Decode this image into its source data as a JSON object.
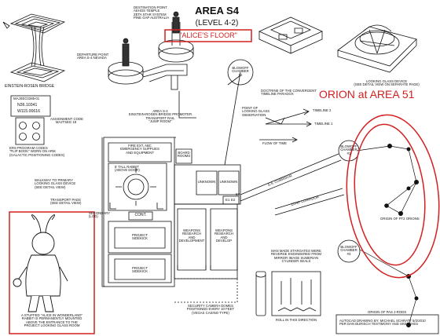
{
  "header": {
    "title": "AREA S4",
    "level": "(LEVEL 4-2)",
    "floor": "\"ALICE'S FLOOR\""
  },
  "top_labels": {
    "destination": "DESTINATION POINT\nAEHOS TEMPLE\nZETA STAR SYSTEM\nPINE GAP AUSTRALIA",
    "departure": "DEPARTURE POINT\nAREA S-4 NEVADA",
    "einstein": "EINSTEIN-ROSEN BRIDGE",
    "s4_promoter": "AREA S-4\nEINSTEIN-ROSEN BRIDGE PROMOTER\nTRANSPORT RAIL\n\"JUMP ROOM\"",
    "looking_glass": "LOOKING GLASS DEVICE\n(SEE DETAIL VIEW ON SEPARATE PAGE)"
  },
  "code_box": {
    "lines": [
      "MAJSEC0285-01",
      "N36.10341",
      "W115.00616"
    ],
    "caption": "ASSIGNMENT CODE\nMAJTSEG 18",
    "program": "ERS PROGRAM CODES\n\"FLIP BOOK\" WORN ON ARM\n(GALACTIC POSITIONING CODES)"
  },
  "timeline": {
    "chamber2": "BLOWOFF\nCHAMBER\n#2",
    "doctrine": "DOCTRINE OF THE CONVERGENT\nTIMELINE PARADOX",
    "point": "POINT OF\nLOOKING GLASS\nOBSERVATION",
    "t2": "TIMELINE 2",
    "t1": "TIMELINE 1",
    "flow": "FLOW OF TIME"
  },
  "orion": {
    "heading": "ORION at AREA 51",
    "chamber1": "BLOWOFF\nCHAMBER\n#1",
    "chamber3": "BLOWOFF\nCHAMBER\n#3",
    "pt2": "ORIGIN OF PT2 ORIONS",
    "pts": "ORIGIN OF PAS J-RODS"
  },
  "floorplan": {
    "fire_ext": "FIRE EXT, ABC\nEMERGENCY SUPPLIES\nAND EQUIPMENT",
    "board": "BOARD\nROOMS",
    "tall_rabbit": "5' TALL RABBIT\n(ABOVE DOOR)",
    "unknown1": "UNKNOWN",
    "unknown2": "UNKNOWN",
    "walkway": "WALKWAY TO PRIMARY\nLOOKING GLASS DEVICE\n(SEE DETAIL VIEW)",
    "transport": "TRANSPORT PADS\n(SEE DETAIL VIEW)",
    "secondary": "SECONDARY\n(LGD)",
    "cont": "CONT.",
    "sidekick1": "PROJECT\nSIDEKICK",
    "sidekick2": "PROJECT\nSIDEKICK",
    "weapons1": "WEAPONS\nRESEARCH\nAND\nDEVELOPMENT",
    "weapons2": "WEAPONS\nRESEARCH\nAND\nDEVELOP",
    "e1": "E1",
    "e2": "E2",
    "e3": "E3",
    "corridor1": "S.S. CORRIDOR",
    "corridor2": "ZONE CORRIDOR",
    "security": "SECURITY CAMERA DOMES\nPOSITIONED EVERY 10 FEET\n(VEGAS CASINO TYPE)"
  },
  "stargates": {
    "note": "MAN MADE STARGATES WERE\nREVERSE ENGINEERED FROM\nMIRROR IMAGE SUMERIAN\nCYLINDER SEALS",
    "roll": "ROLL IN THIS DIRECTION"
  },
  "rabbit": {
    "caption": "A STUFFED \"ALICE IN WONDERLAND\"\nRABBIT IS PERMANENTLY MOUNTED\nABOVE THE ENTRANCE TO THE\nPROJECT LOOKING GLASS ROOM"
  },
  "credit": "AUTOCAD DRAWING BY: MICHAEL SCHRATT 5/2/2010\nPER DAN BURISCH TESTIMONY AND SKETCHES",
  "colors": {
    "red": "#d42020",
    "ink": "#111111"
  }
}
